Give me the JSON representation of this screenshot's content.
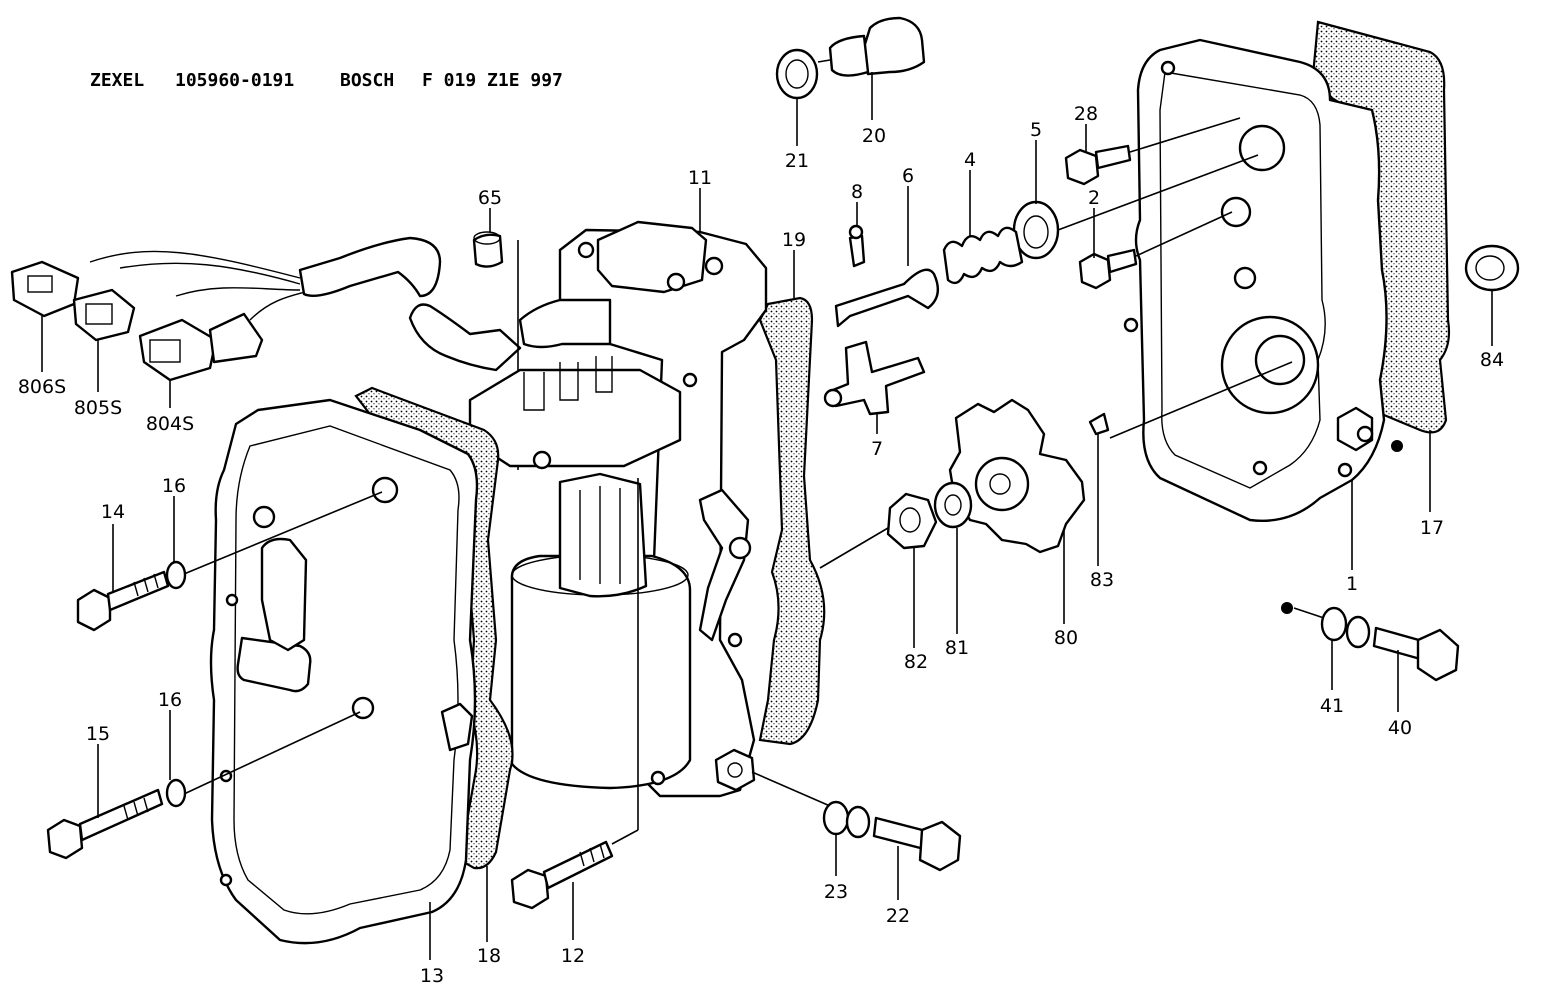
{
  "header": {
    "brand1": "ZEXEL",
    "part1": "105960-0191",
    "brand2": "BOSCH",
    "part2": "F 019 Z1E 997"
  },
  "callouts": {
    "c806s": "806S",
    "c805s": "805S",
    "c804s": "804S",
    "c65": "65",
    "c11": "11",
    "c19": "19",
    "c21": "21",
    "c20": "20",
    "c8": "8",
    "c6": "6",
    "c4": "4",
    "c5": "5",
    "c28": "28",
    "c2": "2",
    "c7": "7",
    "c84": "84",
    "c17": "17",
    "c83": "83",
    "c80": "80",
    "c81": "81",
    "c82": "82",
    "c1": "1",
    "c41": "41",
    "c40": "40",
    "c14": "14",
    "c16a": "16",
    "c15": "15",
    "c16b": "16",
    "c13": "13",
    "c18": "18",
    "c12": "12",
    "c23": "23",
    "c22": "22"
  }
}
